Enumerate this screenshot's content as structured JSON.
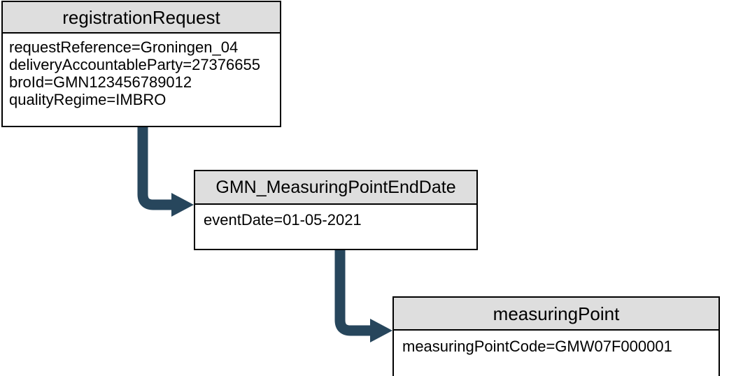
{
  "diagram": {
    "type": "uml-object-diagram",
    "background_color": "#ffffff",
    "header_fill": "#dedede",
    "border_color": "#000000",
    "connector_color": "#27465c",
    "boxes": [
      {
        "id": "registrationRequest",
        "title": "registrationRequest",
        "attributes": [
          "requestReference=Groningen_04",
          "deliveryAccountableParty=27376655",
          "broId=GMN123456789012",
          "qualityRegime=IMBRO"
        ]
      },
      {
        "id": "GMN_MeasuringPointEndDate",
        "title": "GMN_MeasuringPointEndDate",
        "attributes": [
          "eventDate=01-05-2021"
        ]
      },
      {
        "id": "measuringPoint",
        "title": "measuringPoint",
        "attributes": [
          "measuringPointCode=GMW07F000001"
        ]
      }
    ],
    "connectors": [
      {
        "from": "registrationRequest",
        "to": "GMN_MeasuringPointEndDate"
      },
      {
        "from": "GMN_MeasuringPointEndDate",
        "to": "measuringPoint"
      }
    ]
  }
}
